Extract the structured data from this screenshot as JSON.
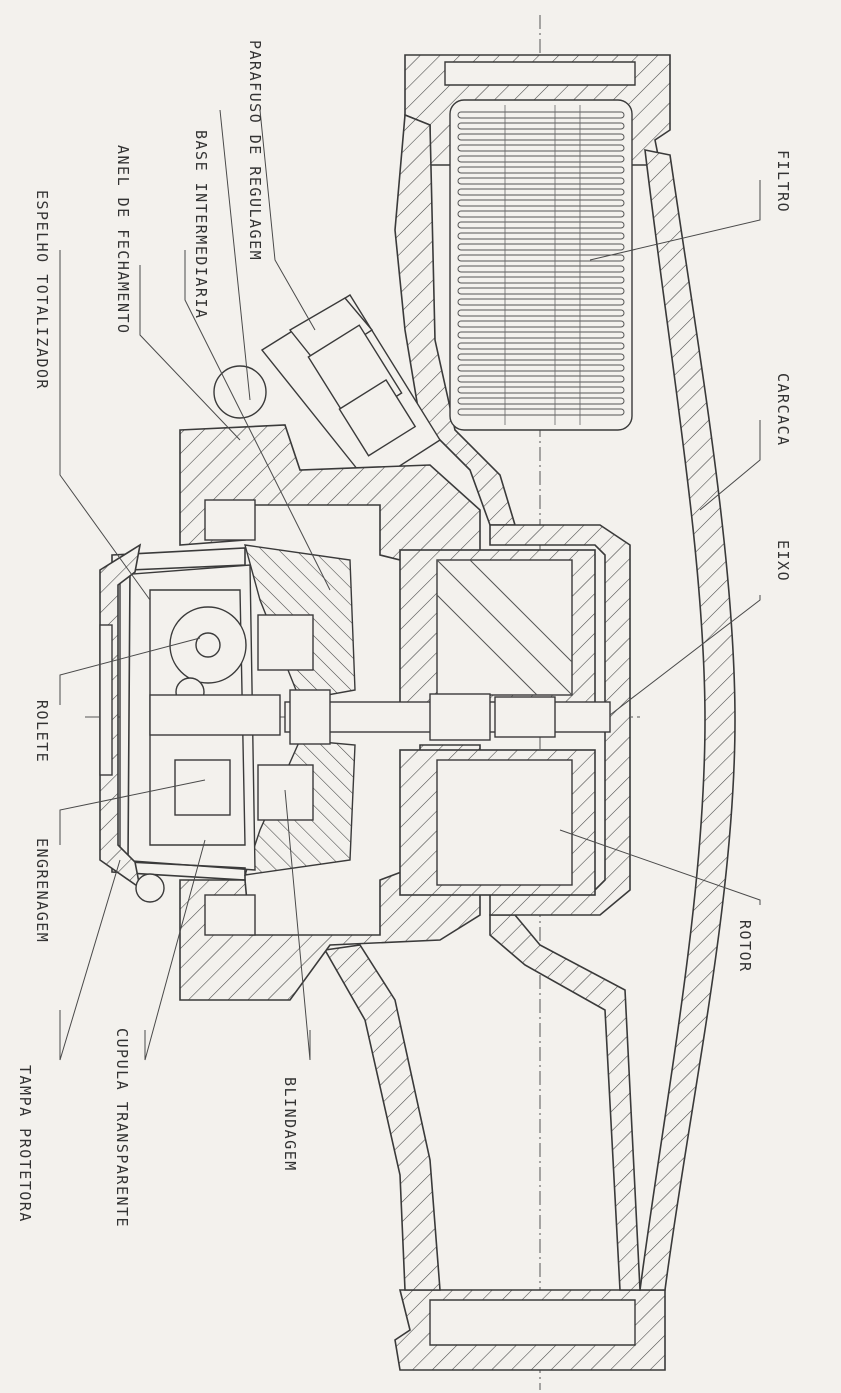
{
  "labels": {
    "espelho_totalizador": "ESPELHO TOTALIZADOR",
    "anel_de_fechamento": "ANEL DE FECHAMENTO",
    "base_intermediaria": "BASE INTERMEDIARIA",
    "parafuso_de_regulagem": "PARAFUSO DE REGULAGEM",
    "filtro": "FILTRO",
    "carcaca": "CARCACA",
    "eixo": "EIXO",
    "rotor": "ROTOR",
    "rolete": "ROLETE",
    "engrenagem": "ENGRENAGEM",
    "tampa_protetora": "TAMPA PROTETORA",
    "cupula_transparente": "CUPULA TRANSPARENTE",
    "blindagem": "BLINDAGEM"
  }
}
